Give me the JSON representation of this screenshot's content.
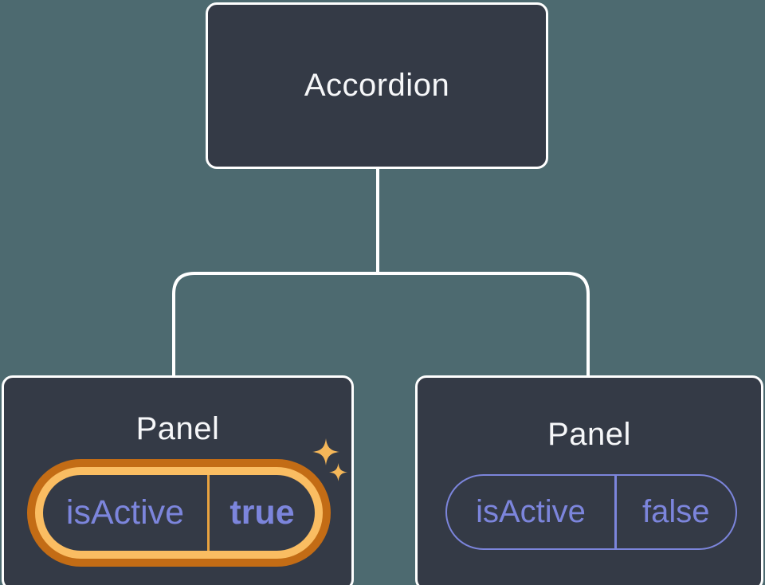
{
  "diagram": {
    "title_hint": "component tree",
    "root": {
      "label": "Accordion"
    },
    "panels": [
      {
        "label": "Panel",
        "prop_name": "isActive",
        "prop_value": "true",
        "state": "active",
        "highlight": "orange-ring-with-sparkles"
      },
      {
        "label": "Panel",
        "prop_name": "isActive",
        "prop_value": "false",
        "state": "inactive",
        "highlight": "none"
      }
    ]
  },
  "icons": {
    "sparkles": "sparkles-icon"
  },
  "colors": {
    "background": "#4D6A70",
    "node_fill": "#343A46",
    "node_border": "#FFFFFF",
    "text_primary": "#F6F7F9",
    "accent_purple": "#7C85DC",
    "ring_outer": "#C36C15",
    "ring_inner": "#FABD62",
    "ring_divider": "#E9A23F",
    "sparkle": "#F5B759"
  }
}
